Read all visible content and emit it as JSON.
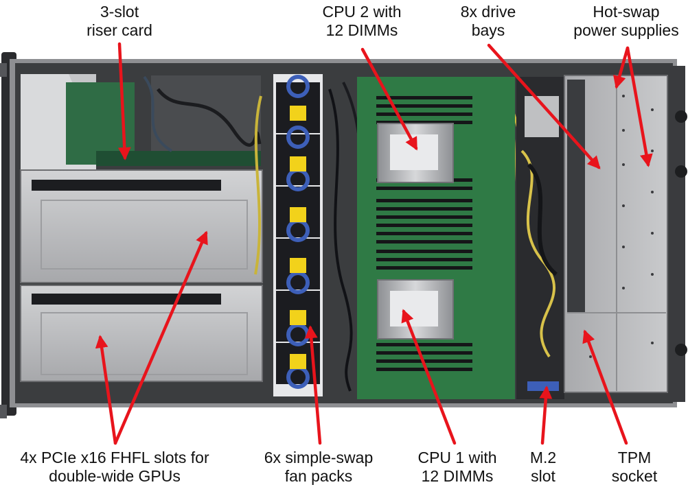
{
  "image": {
    "subject": "server-chassis-top-view",
    "callouts": [
      {
        "id": "riser",
        "lines": [
          "3-slot",
          "riser card"
        ]
      },
      {
        "id": "cpu2",
        "lines": [
          "CPU 2 with",
          "12 DIMMs"
        ]
      },
      {
        "id": "drives",
        "lines": [
          "8x drive",
          "bays"
        ]
      },
      {
        "id": "psu",
        "lines": [
          "Hot-swap",
          "power supplies"
        ]
      },
      {
        "id": "pcie",
        "lines": [
          "4x PCIe x16 FHFL slots for",
          "double-wide GPUs"
        ]
      },
      {
        "id": "fans",
        "lines": [
          "6x simple-swap",
          "fan packs"
        ]
      },
      {
        "id": "cpu1",
        "lines": [
          "CPU 1 with",
          "12 DIMMs"
        ]
      },
      {
        "id": "m2",
        "lines": [
          "M.2",
          "slot"
        ]
      },
      {
        "id": "tpm",
        "lines": [
          "TPM",
          "socket"
        ]
      }
    ]
  },
  "colors": {
    "arrow": "#e8141c",
    "chassis": "#b8b9bb",
    "pcb": "#2f7a45",
    "fan": "#1b1c20",
    "label": "#111111"
  }
}
